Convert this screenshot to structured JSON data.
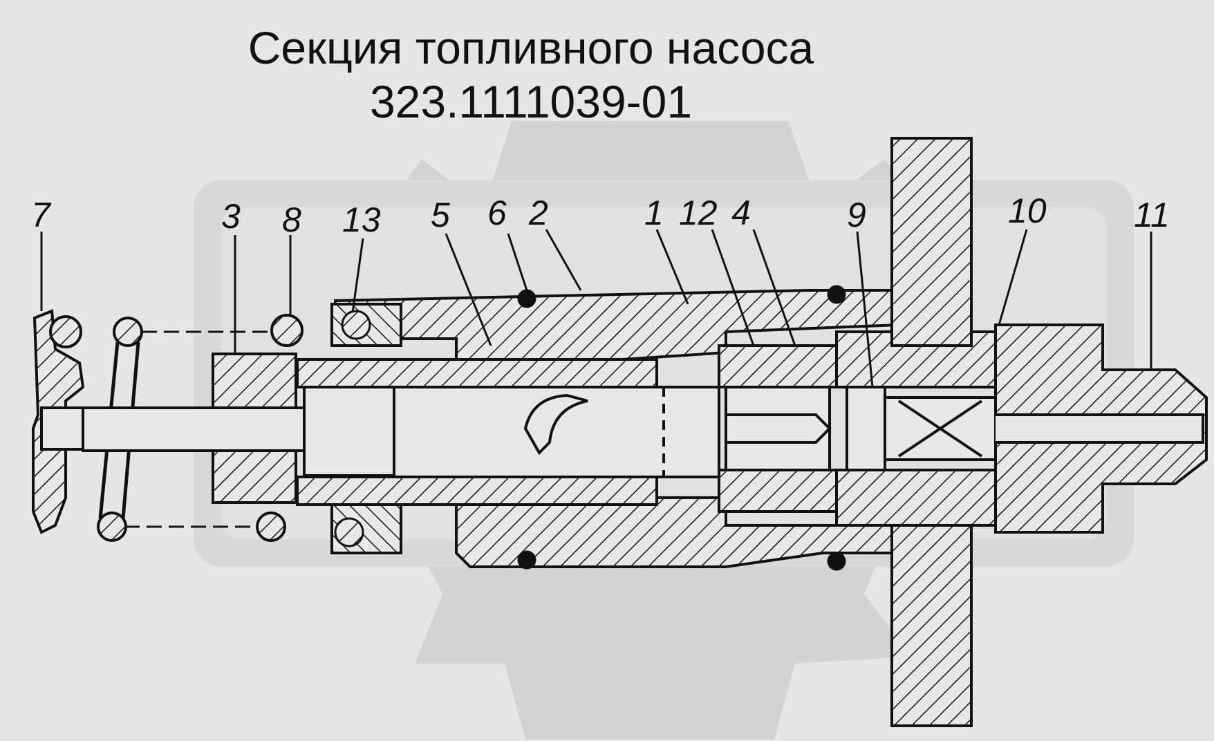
{
  "title": {
    "line1": "Секция топливного насоса",
    "line2": "323.1111039-01"
  },
  "callouts": [
    "7",
    "3",
    "8",
    "13",
    "5",
    "6",
    "2",
    "1",
    "12",
    "4",
    "9",
    "10",
    "11"
  ],
  "watermark": "gear-logo",
  "colors": {
    "background": "#e6e6e6",
    "ink": "#111111",
    "watermark": "#d3d3d3"
  }
}
